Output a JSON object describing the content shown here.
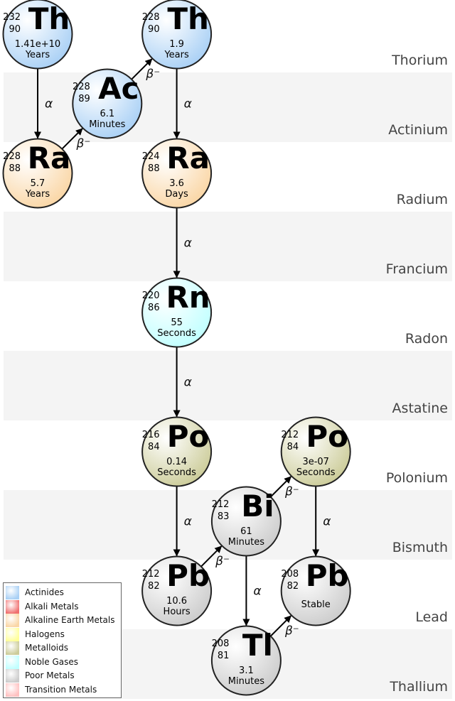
{
  "title": "Thorium decay chain",
  "rows": [
    {
      "label": "Thorium",
      "shaded": false
    },
    {
      "label": "Actinium",
      "shaded": true
    },
    {
      "label": "Radium",
      "shaded": false
    },
    {
      "label": "Francium",
      "shaded": true
    },
    {
      "label": "Radon",
      "shaded": false
    },
    {
      "label": "Astatine",
      "shaded": true
    },
    {
      "label": "Polonium",
      "shaded": false
    },
    {
      "label": "Bismuth",
      "shaded": true
    },
    {
      "label": "Lead",
      "shaded": false
    },
    {
      "label": "Thallium",
      "shaded": true
    }
  ],
  "categories": {
    "Actinides": "#a9d0f5",
    "Alkali Metals": "#f07070",
    "Alkaline Earth Metals": "#fad6a5",
    "Halogens": "#ffff99",
    "Metalloids": "#cccc99",
    "Noble Gases": "#c0ffff",
    "Poor Metals": "#cccccc",
    "Transition Metals": "#ffc0c0"
  },
  "legend": [
    {
      "label": "Actinides",
      "color": "#a9d0f5"
    },
    {
      "label": "Alkali Metals",
      "color": "#f07070"
    },
    {
      "label": "Alkaline Earth Metals",
      "color": "#fad6a5"
    },
    {
      "label": "Halogens",
      "color": "#ffff99"
    },
    {
      "label": "Metalloids",
      "color": "#cccc99"
    },
    {
      "label": "Noble Gases",
      "color": "#c0ffff"
    },
    {
      "label": "Poor Metals",
      "color": "#cccccc"
    },
    {
      "label": "Transition Metals",
      "color": "#ffc0c0"
    }
  ],
  "nuclides": [
    {
      "id": "th232",
      "symbol": "Th",
      "mass": "232",
      "atomic": "90",
      "halflife": "1.41e+10",
      "unit": "Years",
      "row": 0,
      "col": 0,
      "category": "Actinides"
    },
    {
      "id": "ra228",
      "symbol": "Ra",
      "mass": "228",
      "atomic": "88",
      "halflife": "5.7",
      "unit": "Years",
      "row": 2,
      "col": 0,
      "category": "Alkaline Earth Metals"
    },
    {
      "id": "ac228",
      "symbol": "Ac",
      "mass": "228",
      "atomic": "89",
      "halflife": "6.1",
      "unit": "Minutes",
      "row": 1,
      "col": 1,
      "category": "Actinides"
    },
    {
      "id": "th228",
      "symbol": "Th",
      "mass": "228",
      "atomic": "90",
      "halflife": "1.9",
      "unit": "Years",
      "row": 0,
      "col": 2,
      "category": "Actinides"
    },
    {
      "id": "ra224",
      "symbol": "Ra",
      "mass": "224",
      "atomic": "88",
      "halflife": "3.6",
      "unit": "Days",
      "row": 2,
      "col": 2,
      "category": "Alkaline Earth Metals"
    },
    {
      "id": "rn220",
      "symbol": "Rn",
      "mass": "220",
      "atomic": "86",
      "halflife": "55",
      "unit": "Seconds",
      "row": 4,
      "col": 2,
      "category": "Noble Gases"
    },
    {
      "id": "po216",
      "symbol": "Po",
      "mass": "216",
      "atomic": "84",
      "halflife": "0.14",
      "unit": "Seconds",
      "row": 6,
      "col": 2,
      "category": "Metalloids"
    },
    {
      "id": "pb212",
      "symbol": "Pb",
      "mass": "212",
      "atomic": "82",
      "halflife": "10.6",
      "unit": "Hours",
      "row": 8,
      "col": 2,
      "category": "Poor Metals"
    },
    {
      "id": "bi212",
      "symbol": "Bi",
      "mass": "212",
      "atomic": "83",
      "halflife": "61",
      "unit": "Minutes",
      "row": 7,
      "col": 3,
      "category": "Poor Metals"
    },
    {
      "id": "po212",
      "symbol": "Po",
      "mass": "212",
      "atomic": "84",
      "halflife": "3e-07",
      "unit": "Seconds",
      "row": 6,
      "col": 4,
      "category": "Metalloids"
    },
    {
      "id": "tl208",
      "symbol": "Tl",
      "mass": "208",
      "atomic": "81",
      "halflife": "3.1",
      "unit": "Minutes",
      "row": 9,
      "col": 3,
      "category": "Poor Metals"
    },
    {
      "id": "pb208",
      "symbol": "Pb",
      "mass": "208",
      "atomic": "82",
      "halflife": "",
      "unit": "Stable",
      "row": 8,
      "col": 4,
      "category": "Poor Metals"
    }
  ],
  "decays": [
    {
      "from": "th232",
      "to": "ra228",
      "label": "α"
    },
    {
      "from": "ra228",
      "to": "ac228",
      "label": "β⁻"
    },
    {
      "from": "ac228",
      "to": "th228",
      "label": "β⁻"
    },
    {
      "from": "th228",
      "to": "ra224",
      "label": "α"
    },
    {
      "from": "ra224",
      "to": "rn220",
      "label": "α"
    },
    {
      "from": "rn220",
      "to": "po216",
      "label": "α"
    },
    {
      "from": "po216",
      "to": "pb212",
      "label": "α"
    },
    {
      "from": "pb212",
      "to": "bi212",
      "label": "β⁻"
    },
    {
      "from": "bi212",
      "to": "po212",
      "label": "β⁻"
    },
    {
      "from": "bi212",
      "to": "tl208",
      "label": "α"
    },
    {
      "from": "po212",
      "to": "pb208",
      "label": "α"
    },
    {
      "from": "tl208",
      "to": "pb208",
      "label": "β⁻"
    }
  ]
}
